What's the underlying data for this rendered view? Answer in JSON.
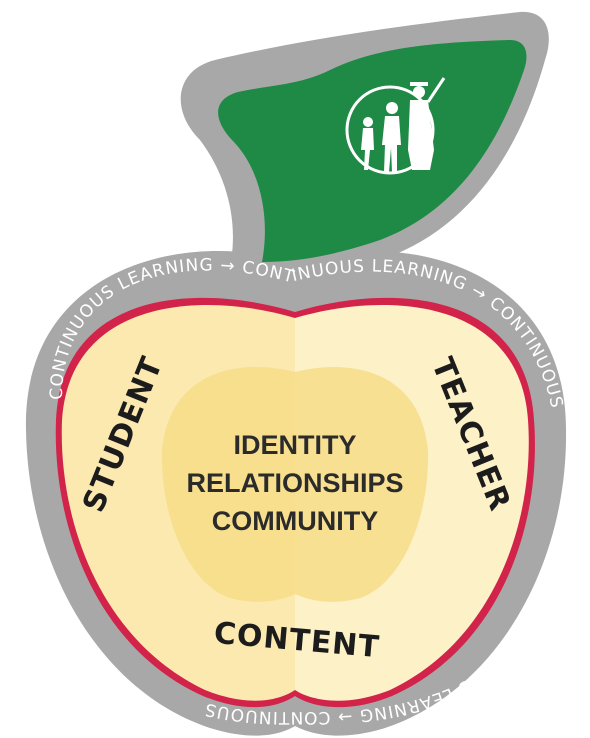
{
  "ring": {
    "top_text": "CONTINUOUS LEARNING → CONTINUOUS LEARNING → CONTINUOUS",
    "bottom_text": "CONTINUOUS LEARNING → CONTINUOUS"
  },
  "center": {
    "line1": "IDENTITY",
    "line2": "RELATIONSHIPS",
    "line3": "COMMUNITY"
  },
  "sides": {
    "left": "STUDENT",
    "right": "TEACHER",
    "bottom": "CONTENT"
  },
  "colors": {
    "outer_gray": "#a7a7a7",
    "leaf_green": "#1e8a45",
    "rim_red": "#d2234a",
    "flesh_left": "#fbeab2",
    "flesh_right": "#fdf1c6",
    "core": "#f6dc86"
  },
  "logo_icon": "graduates-walking-icon"
}
